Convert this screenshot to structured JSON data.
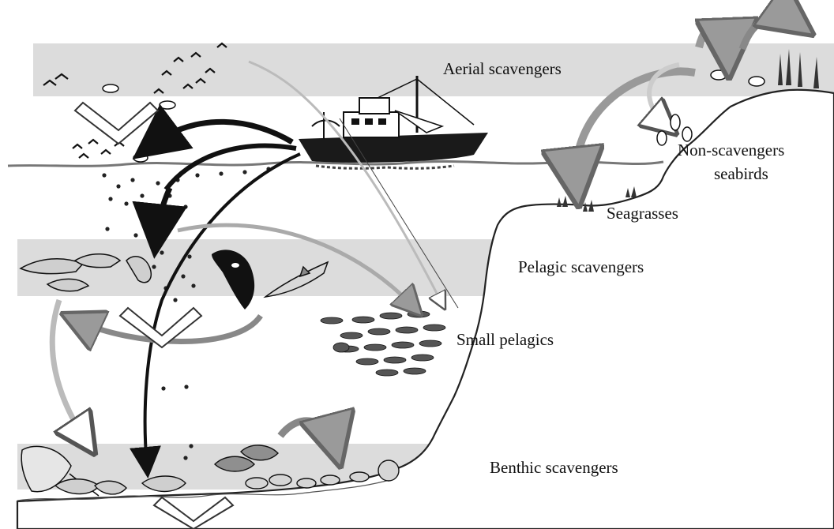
{
  "labels": {
    "aerial": "Aerial scavengers",
    "non_scavengers_line1": "Non-scavengers",
    "non_scavengers_line2": "seabirds",
    "seagrasses": "Seagrasses",
    "pelagic": "Pelagic scavengers",
    "small_pelagics": "Small pelagics",
    "benthic": "Benthic scavengers"
  },
  "colors": {
    "band": "#dcdcdc",
    "water_line": "#777777",
    "coast": "#222222",
    "flow_arrow": "#111111",
    "grey_arrow": "#9a9a9a",
    "particle": "#222222"
  },
  "icons": {
    "boat": "fishing-trawler-icon",
    "discard_particles": "discard-particles-icon",
    "seabirds": "seabird-flock-icon",
    "dolphins": "dolphin-icon",
    "orca": "orca-icon",
    "shark": "shark-icon",
    "fish_school": "small-fish-school-icon",
    "crabs": "crab-icon",
    "lobster": "lobster-icon",
    "ray": "stingray-icon"
  }
}
